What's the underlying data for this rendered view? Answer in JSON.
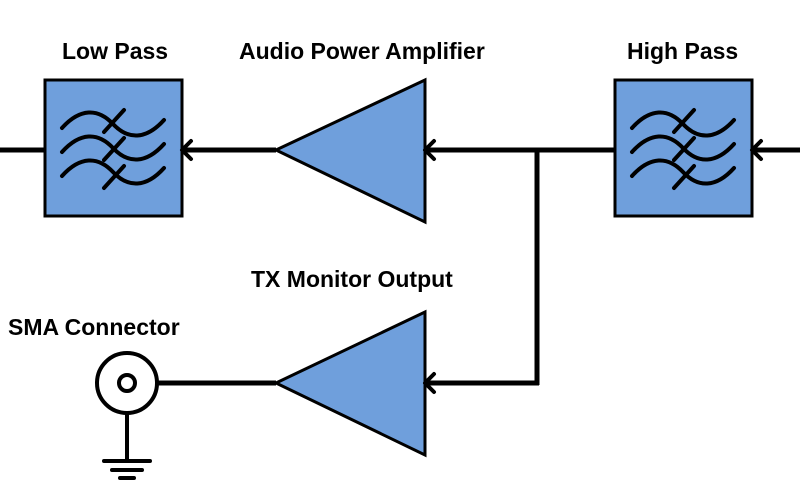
{
  "labels": {
    "low_pass": "Low Pass",
    "audio_power_amplifier": "Audio Power Amplifier",
    "high_pass": "High Pass",
    "tx_monitor_output": "TX Monitor Output",
    "sma_connector": "SMA Connector"
  },
  "colors": {
    "block_fill": "#6f9fdc",
    "stroke": "#000000",
    "background": "#ffffff"
  },
  "icons": {
    "low_pass_filter": "filter-wave-icon",
    "high_pass_filter": "filter-wave-icon",
    "amplifier": "triangle-amplifier-icon",
    "connector": "coax-connector-icon",
    "ground": "ground-icon"
  }
}
